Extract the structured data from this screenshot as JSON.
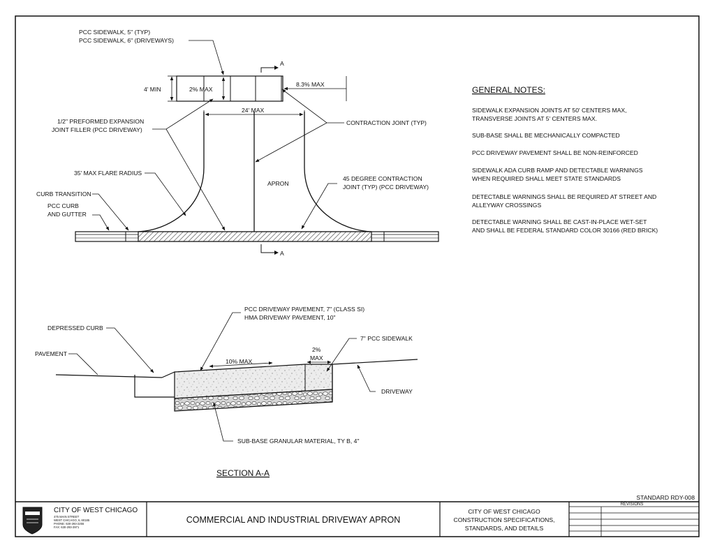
{
  "plan_view": {
    "sidewalk_label_1": "PCC SIDEWALK, 5\" (TYP)",
    "sidewalk_label_2": "PCC SIDEWALK, 6\" (DRIVEWAYS)",
    "section_marker": "A",
    "dim_4_min": "4' MIN",
    "slope_2_max": "2% MAX",
    "slope_8_3_max": "8.3% MAX",
    "dim_24_max": "24' MAX",
    "expansion_filler_1": "1/2\" PREFORMED EXPANSION",
    "expansion_filler_2": "JOINT FILLER (PCC DRIVEWAY)",
    "contraction_joint": "CONTRACTION JOINT (TYP)",
    "flare_radius": "35' MAX FLARE RADIUS",
    "apron": "APRON",
    "degree_joint_1": "45 DEGREE CONTRACTION",
    "degree_joint_2": "JOINT (TYP) (PCC DRIVEWAY)",
    "curb_transition": "CURB TRANSITION",
    "curb_gutter_1": "PCC CURB",
    "curb_gutter_2": "AND GUTTER"
  },
  "general_notes": {
    "heading": "GENERAL NOTES:",
    "notes": [
      [
        "SIDEWALK EXPANSION JOINTS AT 50' CENTERS MAX,",
        "TRANSVERSE JOINTS AT 5' CENTERS MAX."
      ],
      [
        "SUB-BASE SHALL BE MECHANICALLY COMPACTED"
      ],
      [
        "PCC DRIVEWAY PAVEMENT SHALL BE NON-REINFORCED"
      ],
      [
        "SIDEWALK ADA CURB RAMP AND DETECTABLE WARNINGS",
        "WHEN REQUIRED SHALL MEET STATE STANDARDS"
      ],
      [
        "DETECTABLE WARNINGS SHALL BE REQUIRED AT STREET AND",
        "ALLEYWAY CROSSINGS"
      ],
      [
        "DETECTABLE WARNING SHALL BE CAST-IN-PLACE WET-SET",
        "AND SHALL BE FEDERAL STANDARD COLOR 30166  (RED BRICK)"
      ]
    ]
  },
  "section_view": {
    "pavement_label_1": "PCC DRIVEWAY PAVEMENT, 7\" (CLASS SI)",
    "pavement_label_2": "HMA DRIVEWAY PAVEMENT, 10\"",
    "depressed_curb": "DEPRESSED CURB",
    "pavement": "PAVEMENT",
    "slope_10_max": "10% MAX",
    "slope_2": "2%",
    "slope_max": "MAX",
    "sidewalk_7": "7\" PCC SIDEWALK",
    "driveway": "DRIVEWAY",
    "subbase": "SUB-BASE GRANULAR MATERIAL, TY B, 4\"",
    "title": "SECTION A-A"
  },
  "title_block": {
    "standard_no": "STANDARD RDY-008",
    "org_name": "CITY OF WEST CHICAGO",
    "org_address": [
      "475 MAIN STREET",
      "WEST CHICAGO, IL 60185",
      "PHONE: 630-293-2255",
      "FAX: 630-293-3971"
    ],
    "drawing_title": "COMMERCIAL AND INDUSTRIAL DRIVEWAY APRON",
    "spec_lines": [
      "CITY OF WEST CHICAGO",
      "CONSTRUCTION SPECIFICATIONS,",
      "STANDARDS, AND DETAILS"
    ],
    "revisions": "REVISIONS"
  }
}
